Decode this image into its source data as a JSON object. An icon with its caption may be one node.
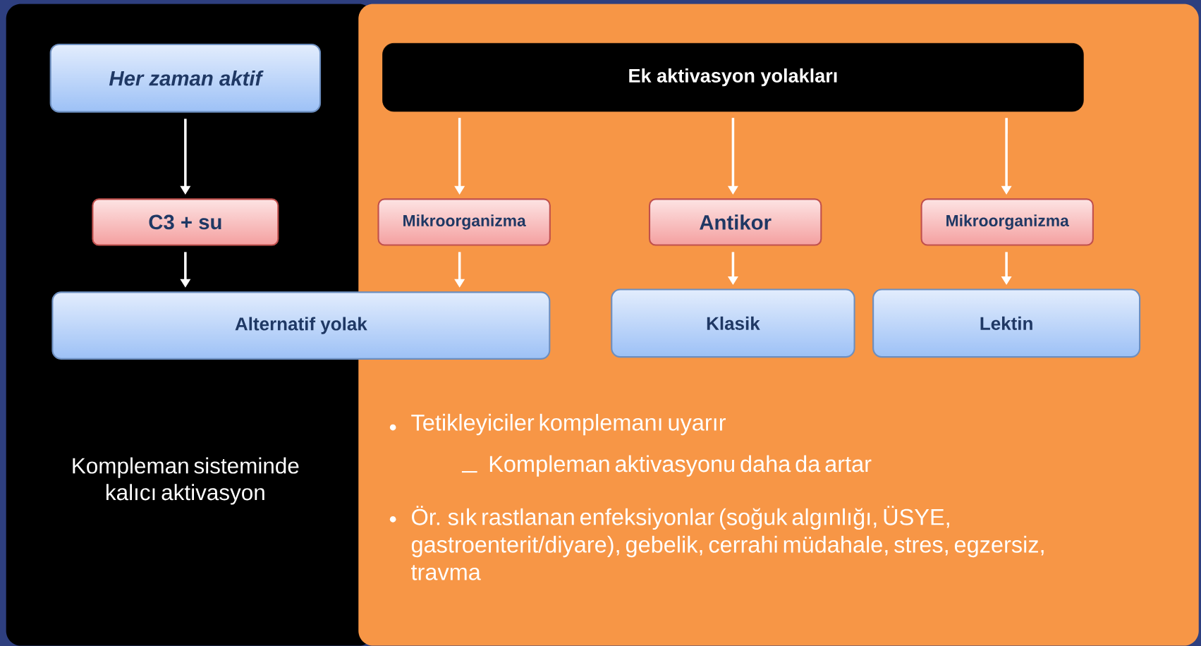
{
  "diagram": {
    "nodes": [
      {
        "text": [
          "Kompleman sisteminde kalıcı aktivasyon"
        ]
      },
      {
        "text": [
          "Her zaman aktif"
        ],
        "in": 0
      },
      {
        "text": [
          "C3 + su"
        ],
        "in": 0
      },
      {
        "text": [
          "Tetikleyiciler komplemanı uyarır",
          "Kompleman aktivasyonu daha da artar",
          "Ör. sık rastlanan enfeksiyonlar (soğuk algınlığı, ÜSYE, gastroenterit/diyare), gebelik, cerrahi müdahale, stres, egzersiz, travma"
        ]
      },
      {
        "text": [
          "Ek aktivasyon yolakları"
        ],
        "in": 3
      },
      {
        "text": [
          "Mikroorganizma"
        ],
        "in": 3
      },
      {
        "text": [
          "Antikor"
        ],
        "in": 3
      },
      {
        "text": [
          "Mikroorganizma"
        ],
        "in": 3
      },
      {
        "text": [
          "Alternatif yolak"
        ]
      },
      {
        "text": [
          "Klasik"
        ],
        "in": 3
      },
      {
        "text": [
          "Lektin"
        ],
        "in": 3
      }
    ],
    "edges": [
      {
        "from": 1,
        "to": 2,
        "arrow": "to"
      },
      {
        "from": 2,
        "to": 8,
        "arrow": "to"
      },
      {
        "from": 4,
        "to": 5,
        "arrow": "to"
      },
      {
        "from": 4,
        "to": 6,
        "arrow": "to"
      },
      {
        "from": 4,
        "to": 7,
        "arrow": "to"
      },
      {
        "from": 5,
        "to": 8,
        "arrow": "to"
      },
      {
        "from": 6,
        "to": 9,
        "arrow": "to"
      },
      {
        "from": 7,
        "to": 10,
        "arrow": "to"
      }
    ]
  }
}
